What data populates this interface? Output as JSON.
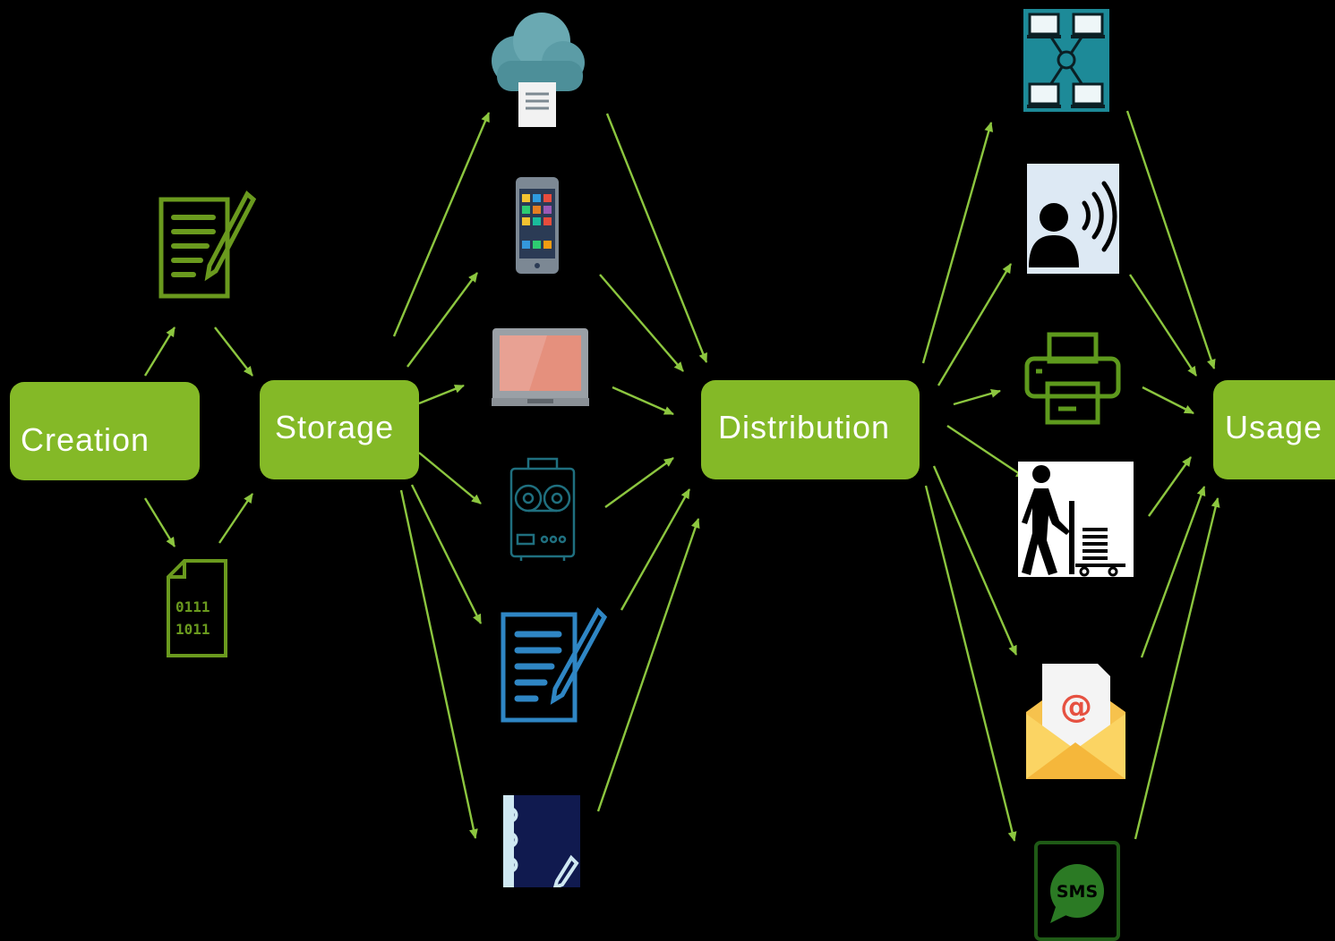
{
  "stages": {
    "creation": "Creation",
    "storage": "Storage",
    "distribution": "Distribution",
    "usage": "Usage"
  },
  "icons": {
    "creation": [
      "document-edit-icon",
      "binary-file-icon"
    ],
    "storage": [
      "cloud-document-icon",
      "smartphone-icon",
      "laptop-icon",
      "reel-tape-recorder-icon",
      "paper-document-icon",
      "notebook-icon"
    ],
    "distribution": [
      "network-icon",
      "speaker-voice-icon",
      "printer-icon",
      "person-with-cart-icon",
      "email-icon",
      "sms-icon"
    ]
  },
  "binary_text": [
    "0111",
    "1011"
  ],
  "sms_text": "SMS",
  "email_symbol": "@",
  "colors": {
    "background": "#000000",
    "stage_fill": "#84b927",
    "arrow": "#8cc63f",
    "icon_green": "#6a9a1e",
    "icon_blue": "#2f86c4"
  }
}
